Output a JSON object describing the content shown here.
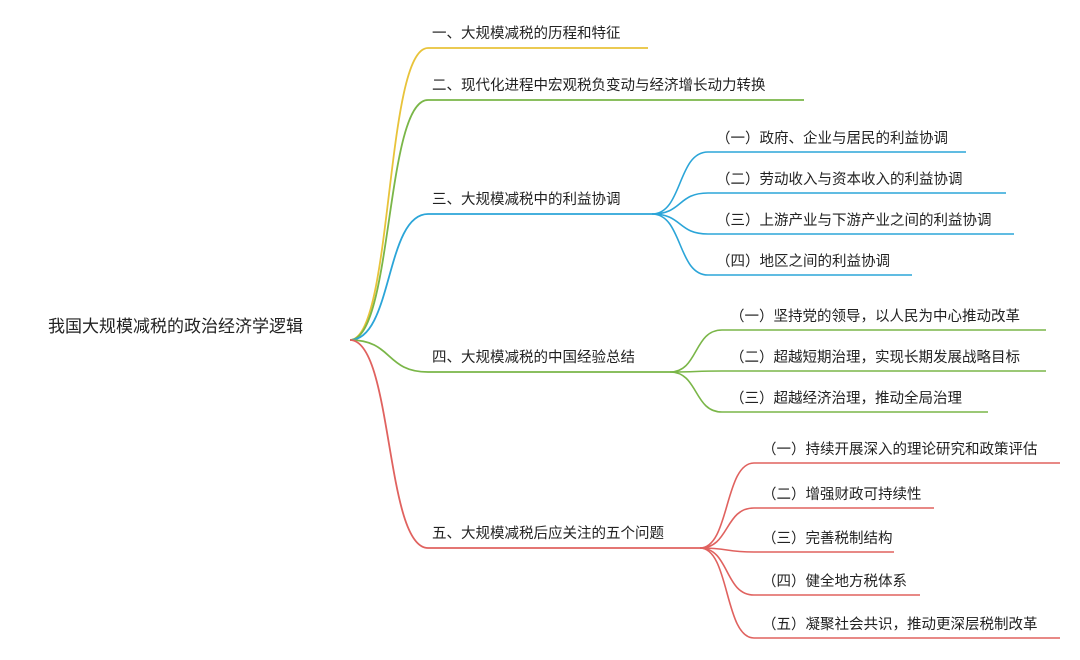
{
  "root": {
    "label": "我国大规模减税的政治经济学逻辑"
  },
  "branches": [
    {
      "label": "一、大规模减税的历程和特征",
      "color": "#e8c33a",
      "children": []
    },
    {
      "label": "二、现代化进程中宏观税负变动与经济增长动力转换",
      "color": "#7ab648",
      "children": []
    },
    {
      "label": "三、大规模减税中的利益协调",
      "color": "#2ba5d8",
      "children": [
        "（一）政府、企业与居民的利益协调",
        "（二）劳动收入与资本收入的利益协调",
        "（三）上游产业与下游产业之间的利益协调",
        "（四）地区之间的利益协调"
      ]
    },
    {
      "label": "四、大规模减税的中国经验总结",
      "color": "#7ab648",
      "children": [
        "（一）坚持党的领导，以人民为中心推动改革",
        "（二）超越短期治理，实现长期发展战略目标",
        "（三）超越经济治理，推动全局治理"
      ]
    },
    {
      "label": "五、大规模减税后应关注的五个问题",
      "color": "#e0625f",
      "children": [
        "（一）持续开展深入的理论研究和政策评估",
        "（二）增强财政可持续性",
        "（三）完善税制结构",
        "（四）健全地方税体系",
        "（五）凝聚社会共识，推动更深层税制改革"
      ]
    }
  ]
}
